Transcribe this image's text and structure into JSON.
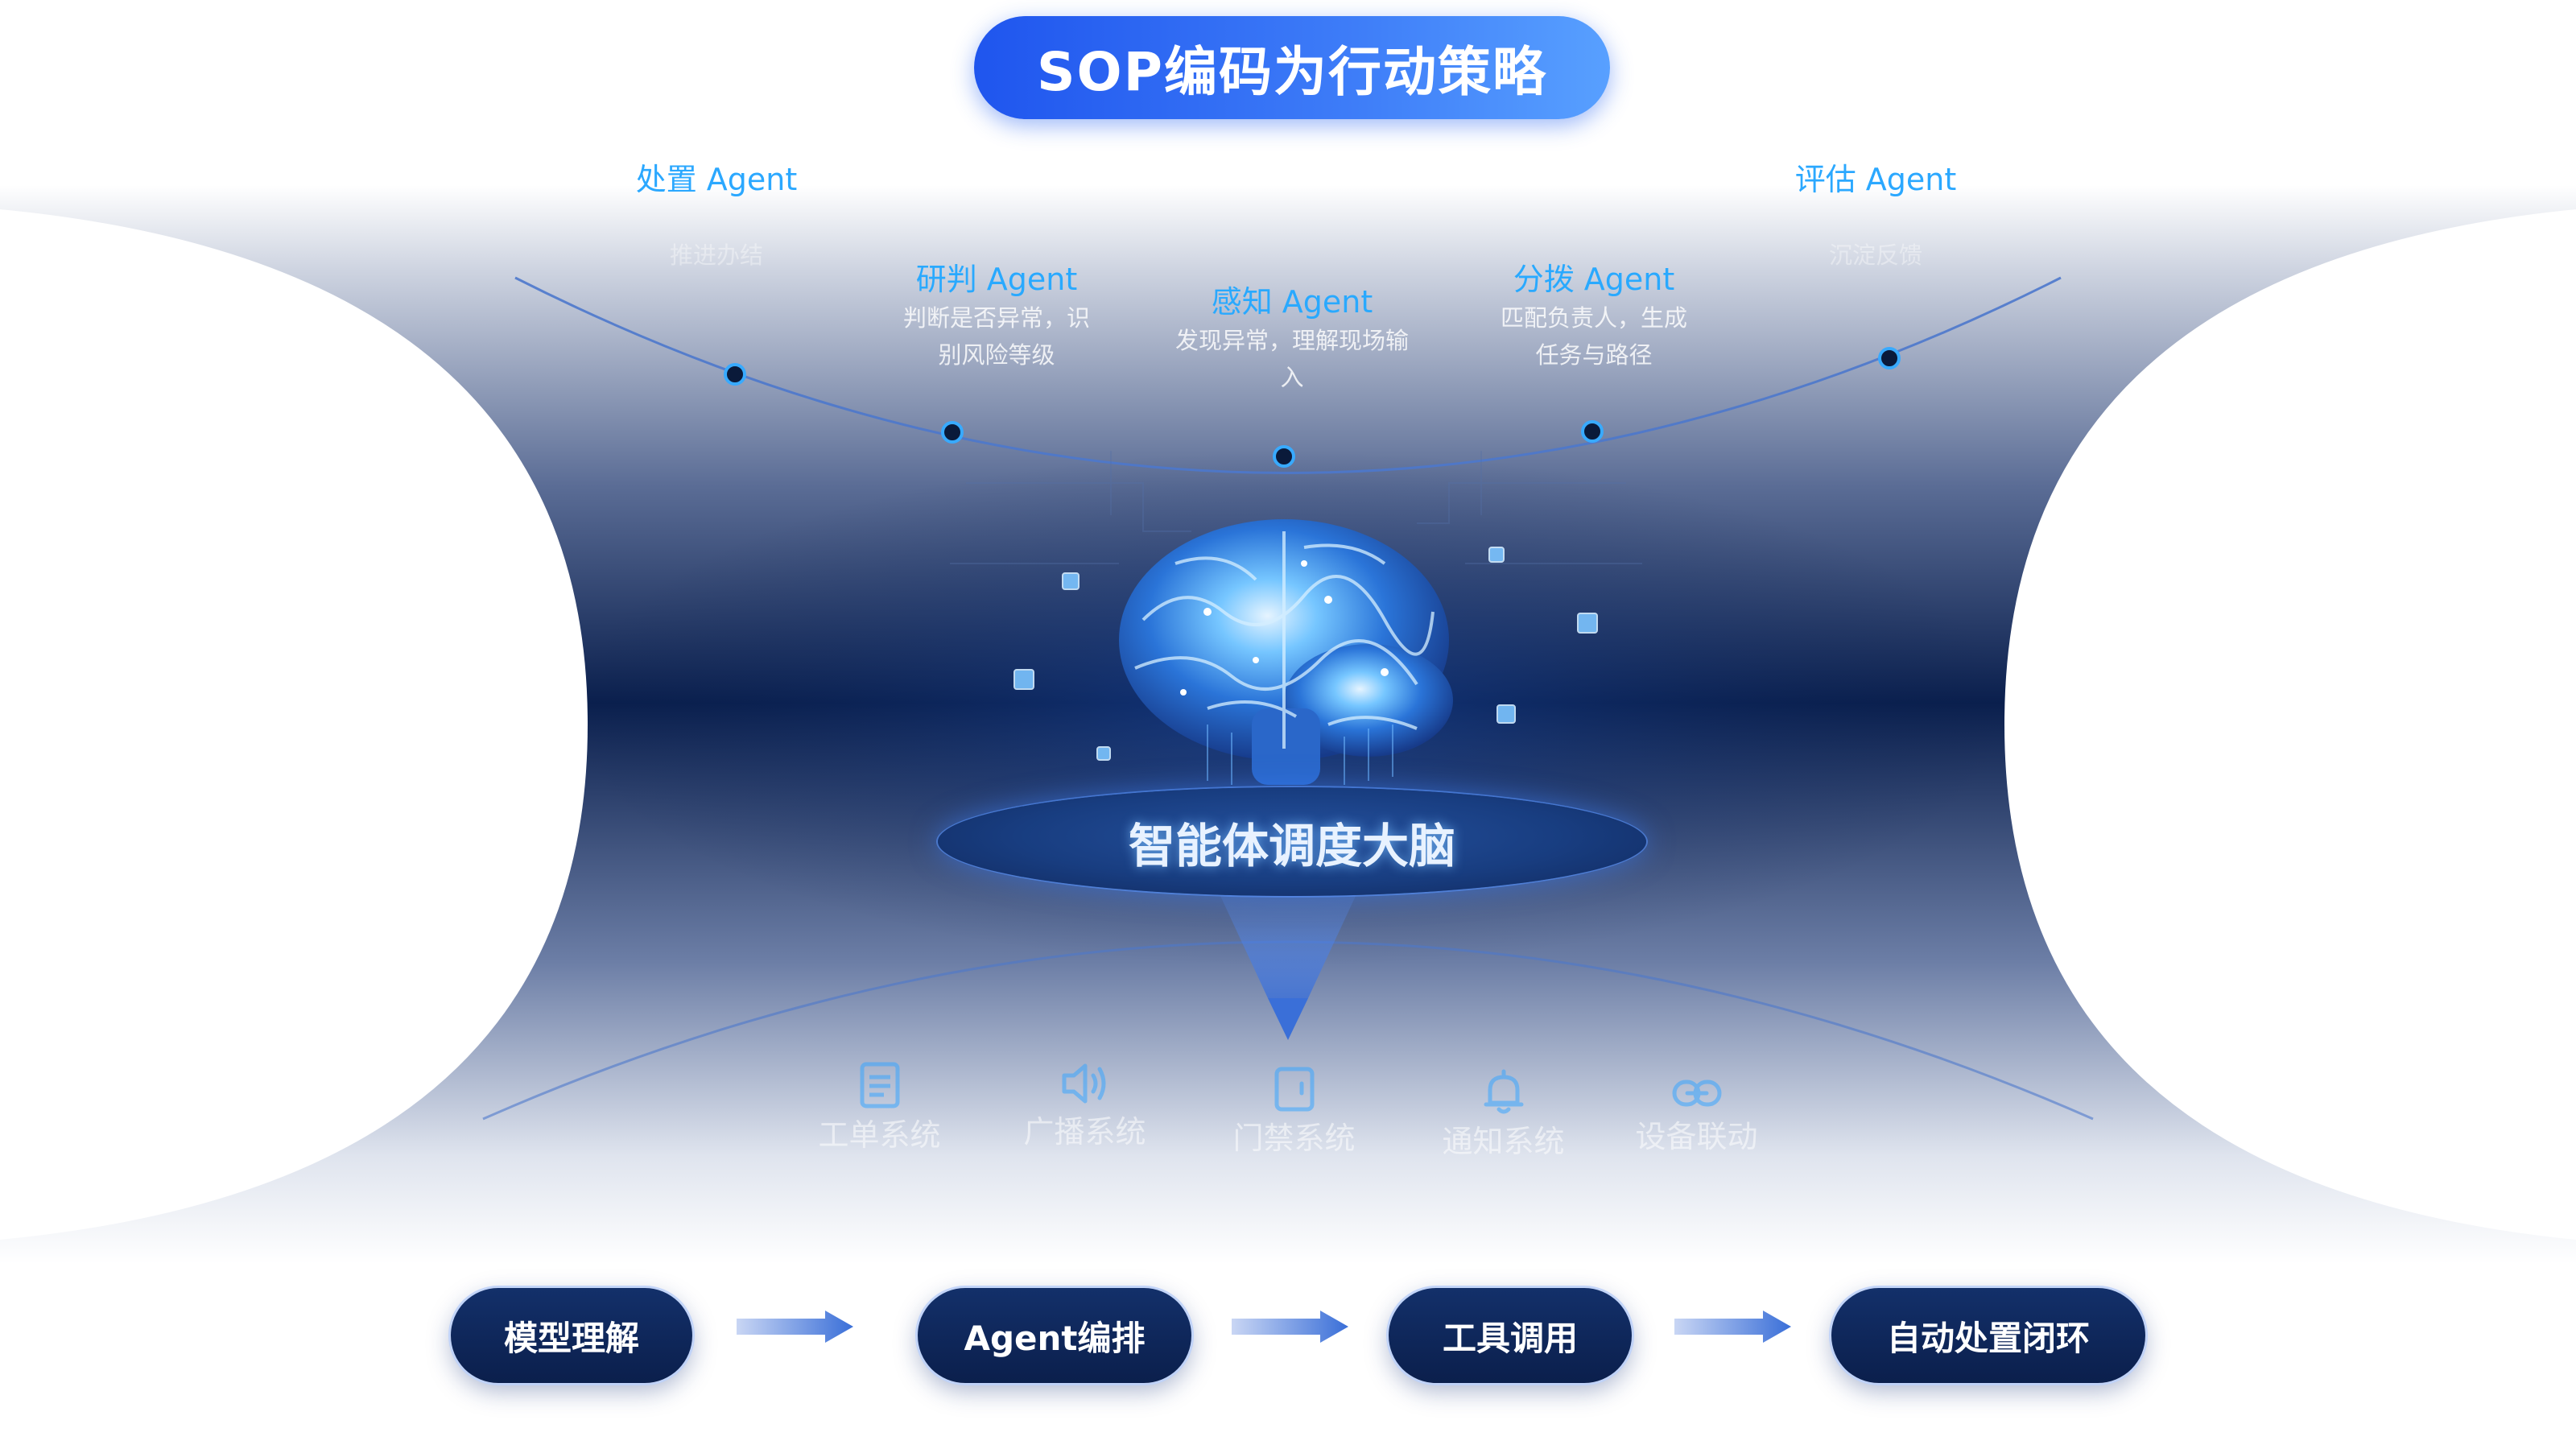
{
  "title": "SOP编码为行动策略",
  "agents": [
    {
      "title": "处置 Agent",
      "desc": "推进办结"
    },
    {
      "title": "研判 Agent",
      "desc": "判断是否异常，识别风险等级"
    },
    {
      "title": "感知 Agent",
      "desc": "发现异常，理解现场输入"
    },
    {
      "title": "分拨 Agent",
      "desc": "匹配负责人，生成任务与路径"
    },
    {
      "title": "评估 Agent",
      "desc": "沉淀反馈"
    }
  ],
  "brain_label": "智能体调度大脑",
  "systems": [
    {
      "label": "工单系统",
      "icon": "document-icon"
    },
    {
      "label": "广播系统",
      "icon": "speaker-icon"
    },
    {
      "label": "门禁系统",
      "icon": "door-icon"
    },
    {
      "label": "通知系统",
      "icon": "bell-icon"
    },
    {
      "label": "设备联动",
      "icon": "link-icon"
    }
  ],
  "steps": [
    "模型理解",
    "Agent编排",
    "工具调用",
    "自动处置闭环"
  ],
  "colors": {
    "title_pill": "#2f6cf5",
    "agent_title": "#29a9ff",
    "dark_navy": "#0d2150",
    "step_pill": "#0f2657",
    "arrow": "#3a6fd8"
  }
}
